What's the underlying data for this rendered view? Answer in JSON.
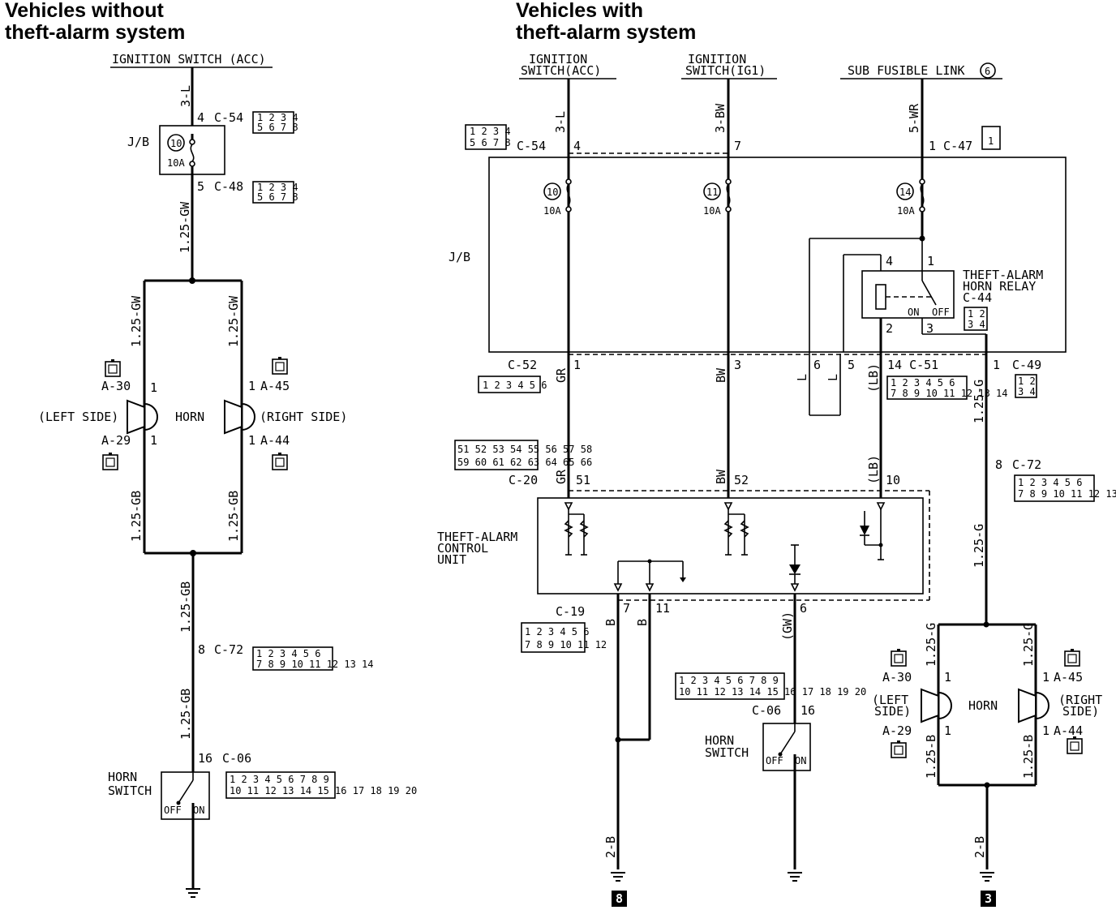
{
  "left": {
    "heading_line1": "Vehicles without",
    "heading_line2": "theft-alarm system",
    "source": "IGNITION SWITCH (ACC)",
    "wire_in": "3-L",
    "jb": "J/B",
    "fuse_num": "10",
    "fuse_amp": "10A",
    "c54": "C-54",
    "c54_pin": "4",
    "c48": "C-48",
    "c48_pin": "5",
    "wire_gw": "1.25-GW",
    "wire_gb": "1.25-GB",
    "horn": "HORN",
    "left_side": "(LEFT SIDE)",
    "right_side": "(RIGHT SIDE)",
    "a30": "A-30",
    "a29": "A-29",
    "a45": "A-45",
    "a44": "A-44",
    "pin1": "1",
    "c72": "C-72",
    "c72_pin": "8",
    "c06": "C-06",
    "c06_pin": "16",
    "horn_switch_1": "HORN",
    "horn_switch_2": "SWITCH",
    "off": "OFF",
    "on": "ON"
  },
  "right": {
    "heading_line1": "Vehicles with",
    "heading_line2": "theft-alarm system",
    "src1_line1": "IGNITION",
    "src1_line2": "SWITCH(ACC)",
    "src2_line1": "IGNITION",
    "src2_line2": "SWITCH(IG1)",
    "src3": "SUB FUSIBLE LINK",
    "src3_num": "6",
    "wire_3l": "3-L",
    "wire_3bw": "3-BW",
    "wire_5wr": "5-WR",
    "c54": "C-54",
    "c54_pin4": "4",
    "c54_pin7": "7",
    "c47_label": "1 C-47",
    "jb": "J/B",
    "fuse10": "10",
    "fuse11": "11",
    "fuse14": "14",
    "amp": "10A",
    "relay_line1": "THEFT-ALARM",
    "relay_line2": "HORN RELAY",
    "relay_line3": "C-44",
    "relay_pin4": "4",
    "relay_pin1": "1",
    "relay_pin2": "2",
    "relay_pin3": "3",
    "on": "ON",
    "off": "OFF",
    "c52": "C-52",
    "p1": "1",
    "p3": "3",
    "p6": "6",
    "p5": "5",
    "c51_label": "14 C-51",
    "c49_pin": "1",
    "c49": "C-49",
    "gr": "GR",
    "bw": "BW",
    "l": "L",
    "lb": "(LB)",
    "wire_125g": "1.25-G",
    "c20": "C-20",
    "p51": "51",
    "p52": "52",
    "p10": "10",
    "c72_pin": "8",
    "c72": "C-72",
    "tacu_line1": "THEFT-ALARM",
    "tacu_line2": "CONTROL",
    "tacu_line3": "UNIT",
    "c19": "C-19",
    "p7": "7",
    "p11": "11",
    "p6b": "6",
    "b": "B",
    "gw": "(GW)",
    "c06": "C-06",
    "c06_pin": "16",
    "horn_switch_1": "HORN",
    "horn_switch_2": "SWITCH",
    "a30": "A-30",
    "a45": "A-45",
    "a29": "A-29",
    "a44": "A-44",
    "left_1": "(LEFT",
    "left_2": "SIDE)",
    "right_1": "(RIGHT",
    "right_2": "SIDE)",
    "horn": "HORN",
    "wire_125b": "1.25-B",
    "pin1": "1",
    "wire_2b": "2-B",
    "gnd8": "8",
    "gnd3": "3"
  },
  "connectors": {
    "c54_top": "1 2 3 4",
    "c54_bot": "5 6 7 8",
    "c48_top": "1 2 3 4",
    "c48_bot": "5 6 7 8",
    "one": "1",
    "c72_top": "1 2 3 4 5 6",
    "c72_bot": "7 8 9 10 11 12 13 14",
    "c06_top": "1 2 3 4 5 6 7 8 9",
    "c06_bot": "10 11 12 13 14 15 16 17 18 19 20",
    "c47": "1",
    "c44_top": "1 2",
    "c44_bot": "3 4",
    "c52": "1 2 3 4 5 6",
    "c51_top": "1 2 3 4 5 6",
    "c51_bot": "7 8 9 10 11 12 13 14",
    "c49_top": "1 2",
    "c49_bot": "3 4",
    "c20_top": "51 52 53 54 55 56 57 58",
    "c20_bot": "59 60 61 62 63 64 65 66",
    "c19_top": "1 2 3 4 5 6",
    "c19_bot": "7 8 9 10 11 12"
  }
}
